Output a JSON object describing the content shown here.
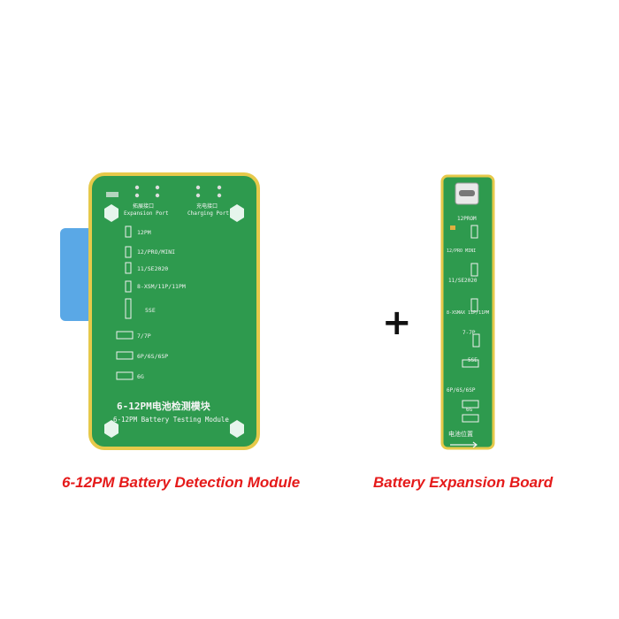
{
  "module": {
    "caption": "6-12PM Battery Detection Module",
    "header_left_cn": "拓展接口",
    "header_left_en": "Expansion Port",
    "header_right_cn": "充电接口",
    "header_right_en": "Charging Port",
    "slots": [
      "12PM",
      "12/PRO/MINI",
      "11/SE2020",
      "8-XSM/11P/11PM",
      "5SE",
      "7/7P",
      "6P/6S/6SP",
      "6G"
    ],
    "title_cn": "6-12PM电池检测模块",
    "title_en": "6-12PM Battery Testing Module"
  },
  "board": {
    "caption": "Battery Expansion Board",
    "labels": [
      "12PROM",
      "12/PRO\nMINI",
      "11/SE2020",
      "8-XSMAX\n11P/11PM",
      "7-7P",
      "5SE",
      "6P/6S/6SP",
      "6G",
      "电池位置"
    ]
  },
  "plus_sign": "+",
  "colors": {
    "pcb_green": "#2e9a4e",
    "pcb_border": "#e6c94a",
    "caption_red": "#e51a1a",
    "battery_blue": "#5aa8e6"
  }
}
